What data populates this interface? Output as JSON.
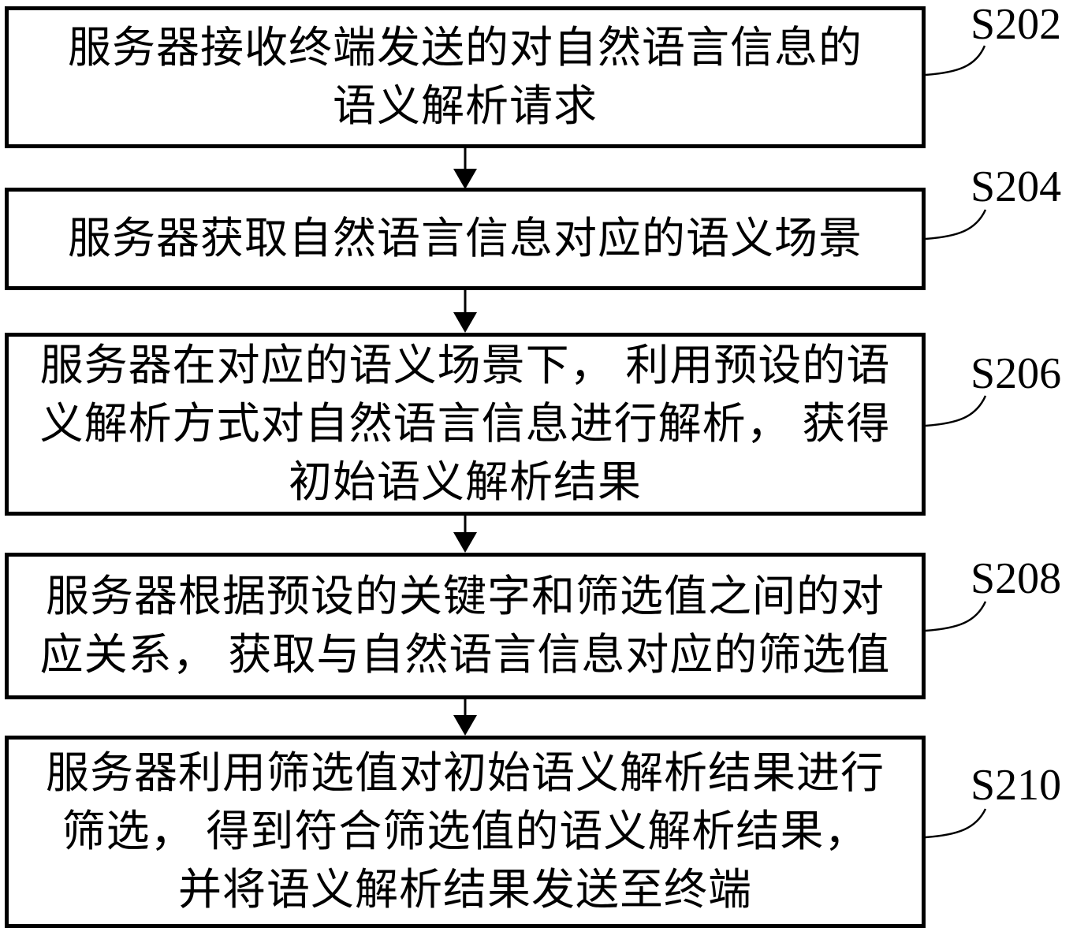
{
  "figure": {
    "type": "flowchart",
    "background_color": "#ffffff",
    "line_color": "#000000",
    "text_color": "#000000",
    "steps": [
      {
        "label": "S202",
        "lines": [
          "服务器接收终端发送的对自然语言信息的",
          "语义解析请求"
        ]
      },
      {
        "label": "S204",
        "lines": [
          "服务器获取自然语言信息对应的语义场景"
        ]
      },
      {
        "label": "S206",
        "lines": [
          "服务器在对应的语义场景下， 利用预设的语",
          "义解析方式对自然语言信息进行解析， 获得",
          "初始语义解析结果"
        ]
      },
      {
        "label": "S208",
        "lines": [
          "服务器根据预设的关键字和筛选值之间的对",
          "应关系， 获取与自然语言信息对应的筛选值"
        ]
      },
      {
        "label": "S210",
        "lines": [
          "服务器利用筛选值对初始语义解析结果进行",
          "筛选， 得到符合筛选值的语义解析结果，",
          "并将语义解析结果发送至终端"
        ]
      }
    ]
  }
}
